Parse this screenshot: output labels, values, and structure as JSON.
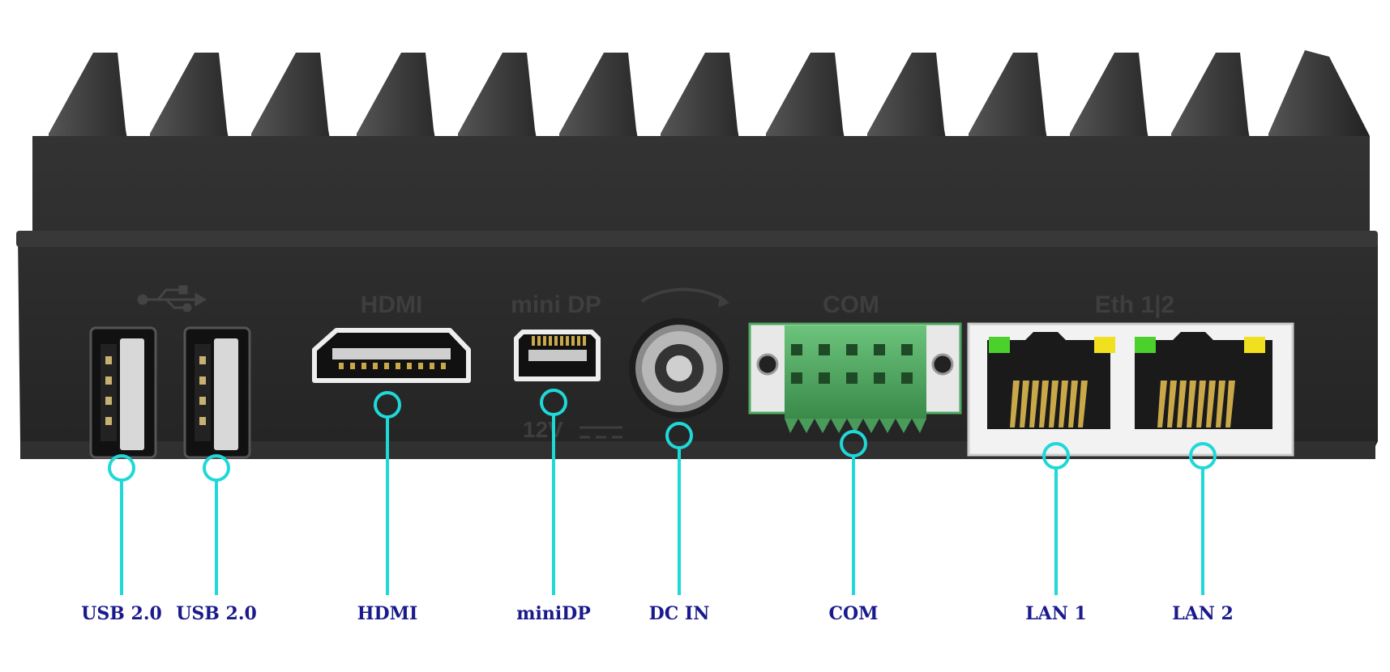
{
  "device": {
    "body_color": "#2b2b2b",
    "callout_color": "#1fd8d8",
    "label_color": "#1a1a8c",
    "connector_green": "#4fa860",
    "led_green": "#4cd02c",
    "led_yellow": "#f0e020"
  },
  "silkscreen": {
    "hdmi": "HDMI",
    "minidp": "mini DP",
    "com": "COM",
    "eth": "Eth 1|2",
    "dc_voltage": "12V",
    "usb_symbol": "usb-trident-icon"
  },
  "ports": [
    {
      "label": "USB 2.0"
    },
    {
      "label": "USB 2.0"
    },
    {
      "label": "HDMI"
    },
    {
      "label": "miniDP"
    },
    {
      "label": "DC IN"
    },
    {
      "label": "COM"
    },
    {
      "label": "LAN 1"
    },
    {
      "label": "LAN 2"
    }
  ]
}
